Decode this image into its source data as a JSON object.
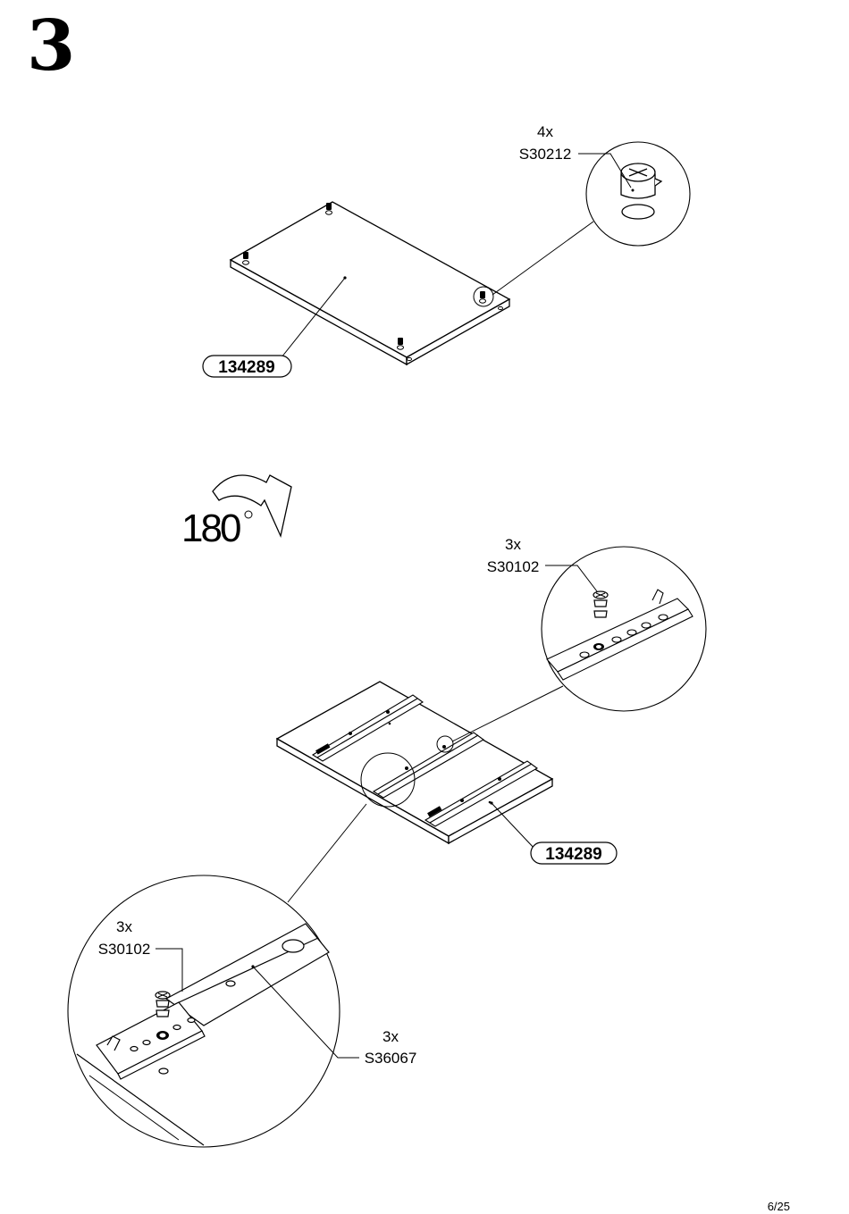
{
  "step": {
    "number": "3"
  },
  "upper": {
    "cam_qty": "4x",
    "cam_code": "S30212",
    "panel_code": "134289"
  },
  "rotation": {
    "angle": "180",
    "unit": "°"
  },
  "lower": {
    "screw_qty_top": "3x",
    "screw_code_top": "S30102",
    "panel_code": "134289",
    "screw_qty_left": "3x",
    "screw_code_left": "S30102",
    "rail_qty": "3x",
    "rail_code": "S36067"
  },
  "page": {
    "number": "6/25"
  }
}
